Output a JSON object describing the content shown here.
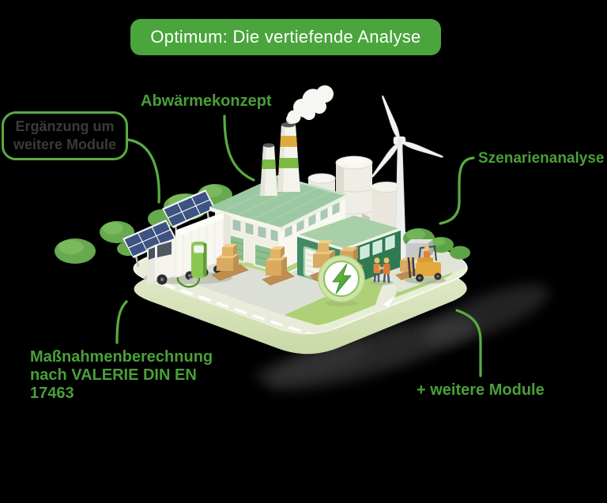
{
  "banner": {
    "label": "Optimum: Die vertiefende Analyse"
  },
  "callouts": {
    "abwaermekonzept": {
      "label": "Abwärmekonzept"
    },
    "ergaenzung_box": {
      "label": "Ergänzung um\nweitere Module"
    },
    "szenarienanalyse": {
      "label": "Szenarienanalyse"
    },
    "massnahmenberechnung": {
      "label": "Maßnahmenberechnung\nnach VALERIE DIN EN\n17463"
    },
    "weitere_module": {
      "label": "+ weitere Module"
    }
  },
  "illustration": {
    "badge_icon": "lightning-bolt"
  },
  "colors": {
    "background": "#000000",
    "banner_bg": "#4aa53c",
    "accent_text": "#4a9f39",
    "connector": "#5aac41",
    "box_text": "#3a3a3a"
  }
}
